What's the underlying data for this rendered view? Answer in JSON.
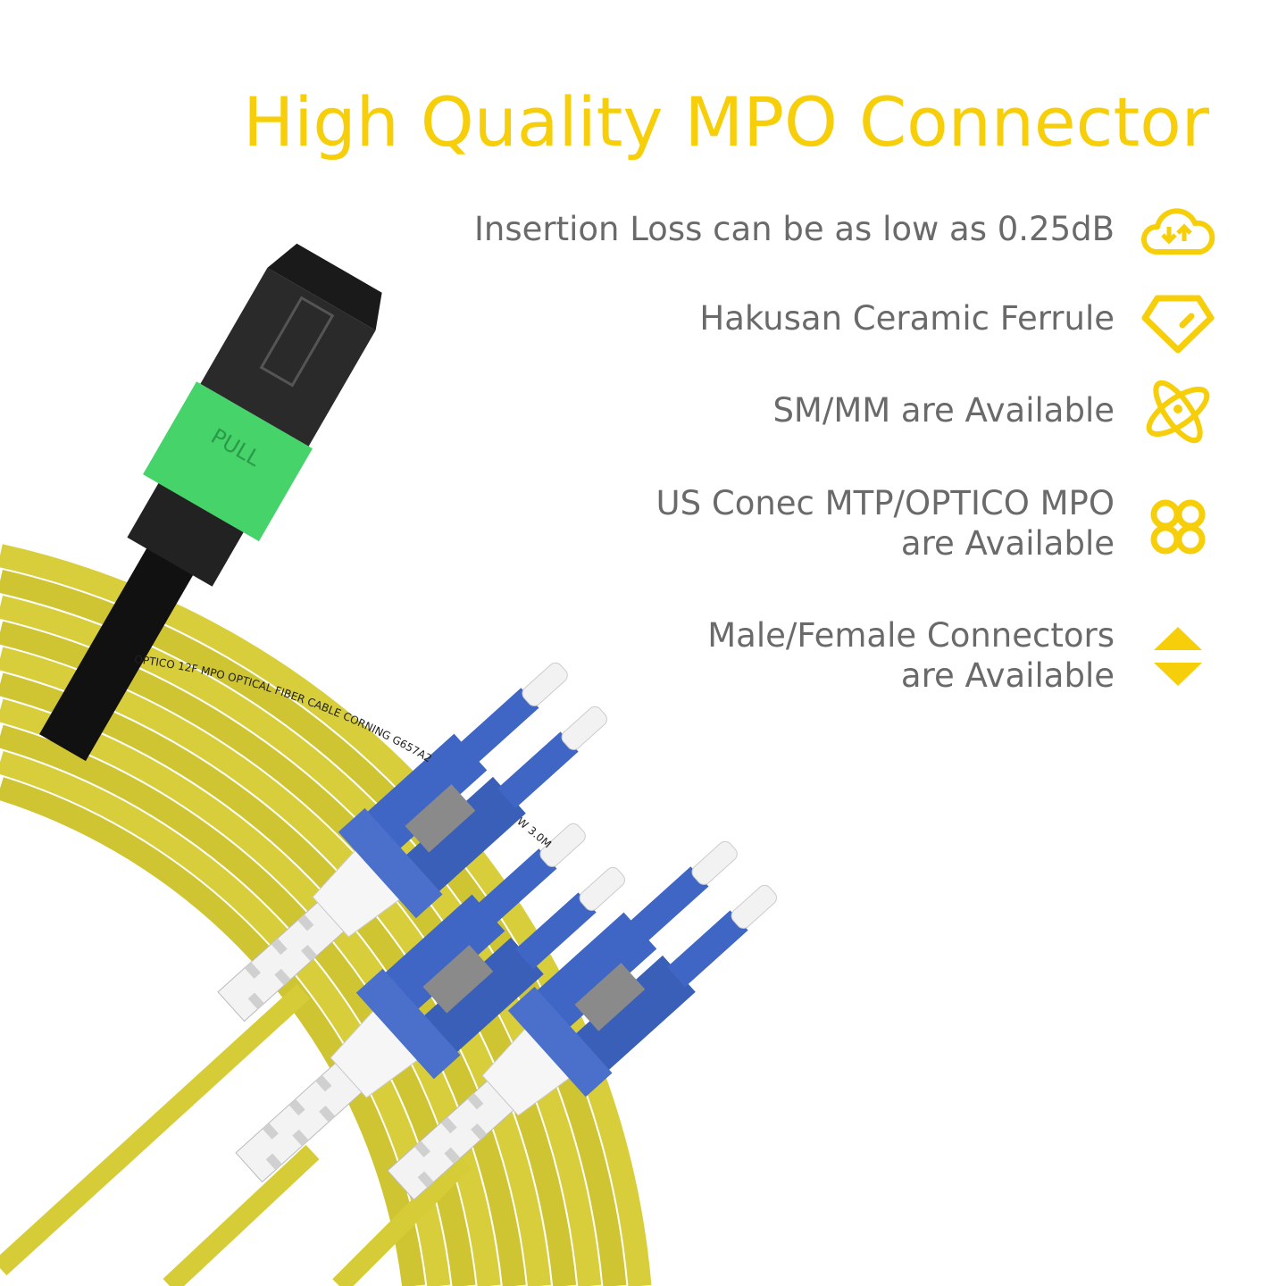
{
  "title": "High Quality MPO Connector",
  "features": [
    {
      "lines": [
        "Insertion Loss can be as low as 0.25dB"
      ],
      "icon": "cloud-transfer-icon"
    },
    {
      "lines": [
        "Hakusan Ceramic Ferrule"
      ],
      "icon": "diamond-icon"
    },
    {
      "lines": [
        "SM/MM are Available"
      ],
      "icon": "atom-icon"
    },
    {
      "lines": [
        "US Conec MTP/OPTICO MPO",
        "are Available"
      ],
      "icon": "command-icon"
    },
    {
      "lines": [
        "Male/Female Connectors",
        "are Available"
      ],
      "icon": "up-down-arrows-icon"
    }
  ],
  "product": {
    "cable_print": "OPTICO 12F MPO OPTICAL FIBER CABLE CORNING G657A2",
    "cable_print_tail": "W 3.0M",
    "pull_tab": "PULL"
  },
  "colors": {
    "accent": "#f6cf0a",
    "text": "#6a6a6a",
    "cable": "#d9cf3a",
    "lc_blue": "#3f66c4",
    "mpo_green": "#49d36b"
  }
}
